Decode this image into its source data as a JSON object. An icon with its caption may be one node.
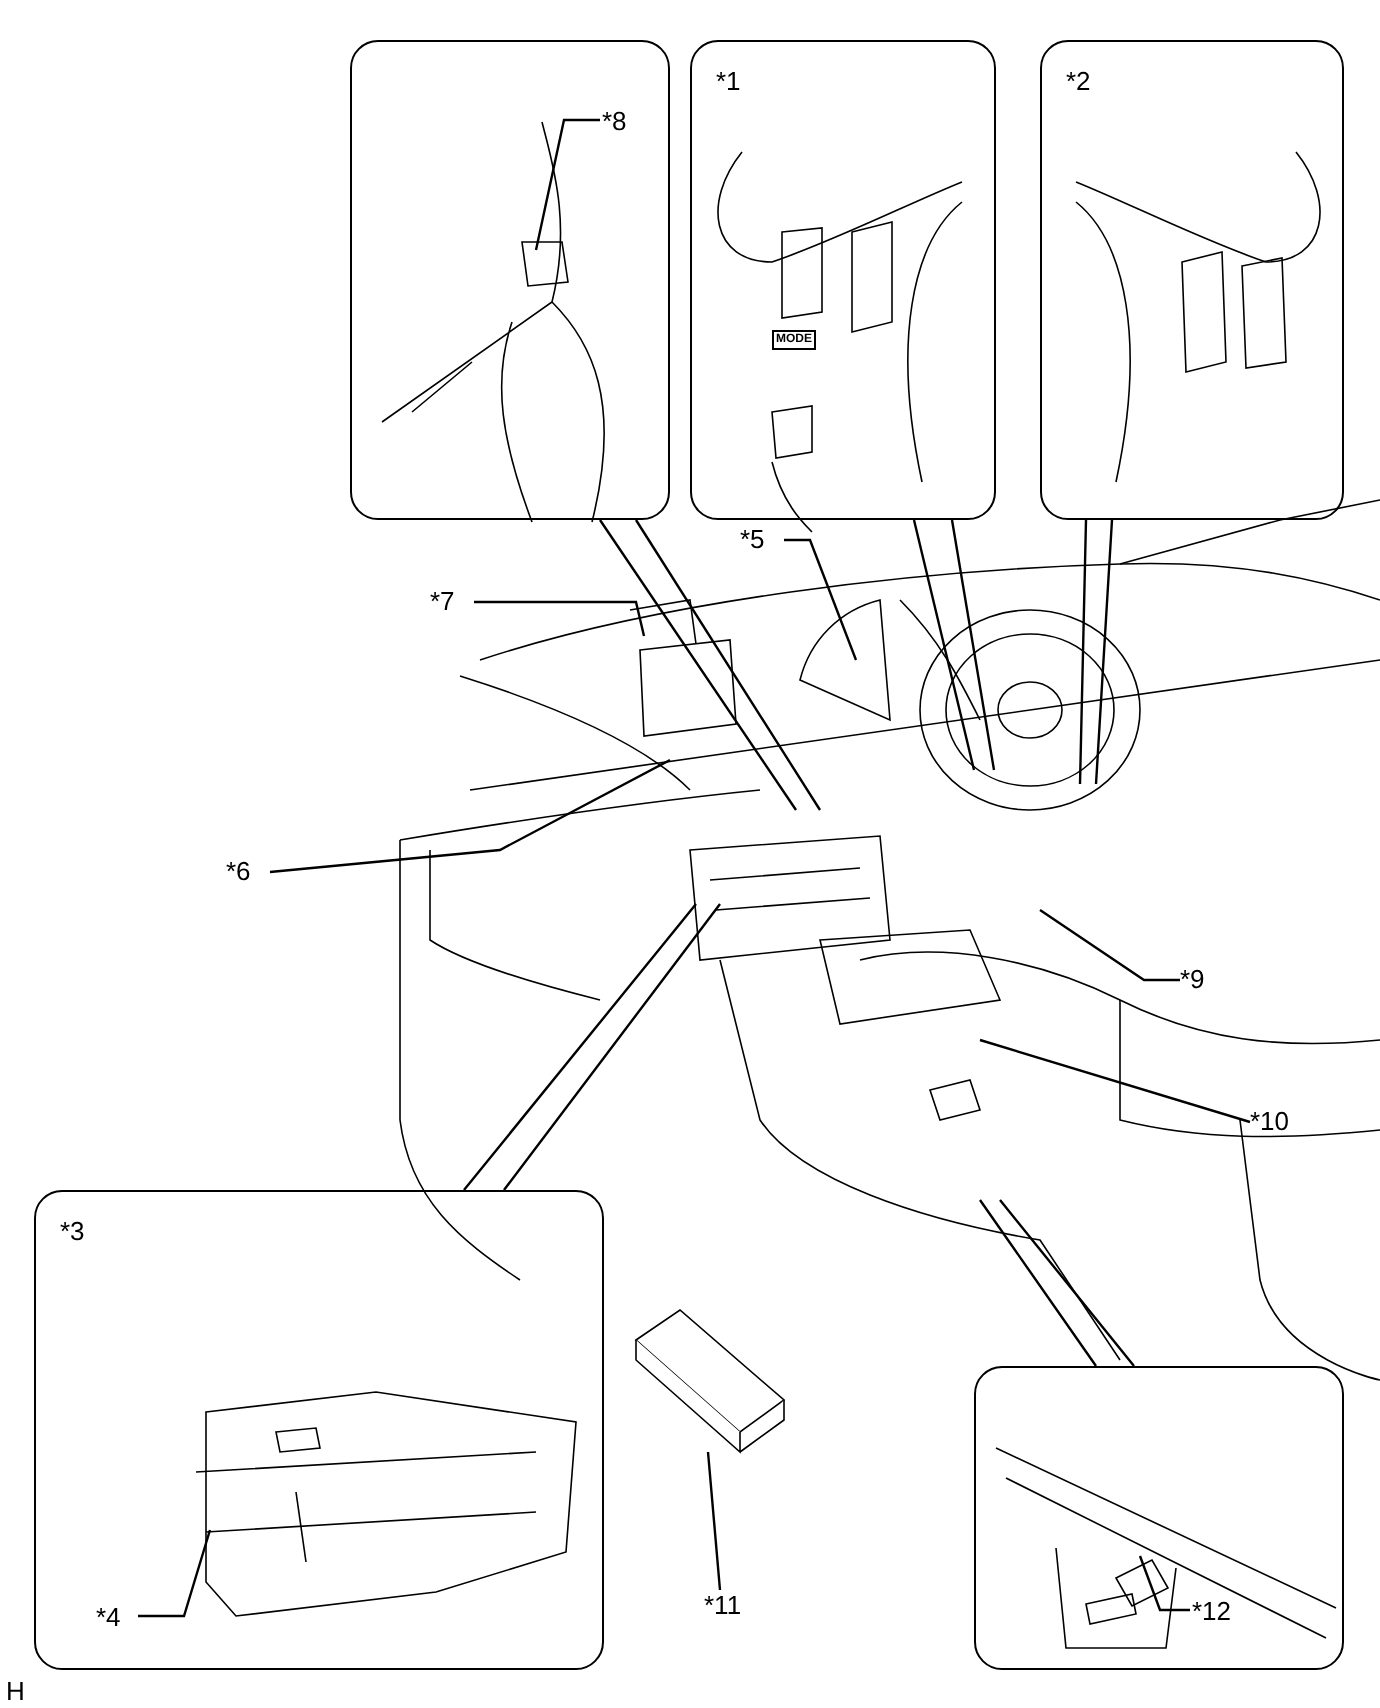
{
  "diagram": {
    "nodes": [
      {
        "text": [],
        "shape": "box"
      },
      {
        "text": [
          "*8"
        ],
        "in": 0
      },
      {
        "text": [
          "*1"
        ]
      },
      {
        "text": [
          "*2"
        ]
      },
      {
        "text": [
          "*7"
        ]
      },
      {
        "text": [
          "*5"
        ]
      },
      {
        "text": [
          "*6"
        ]
      },
      {
        "text": [
          "*9"
        ]
      },
      {
        "text": [
          "*10"
        ]
      },
      {
        "text": [
          "*3"
        ]
      },
      {
        "text": [
          "*4"
        ],
        "in": 9
      },
      {
        "text": [
          "*11"
        ]
      },
      {
        "text": [],
        "shape": "box"
      },
      {
        "text": [
          "*12"
        ],
        "in": 12
      },
      {
        "text": [],
        "shape": "picture"
      }
    ],
    "edges": [
      {
        "from": 1,
        "to": null,
        "arrow": "none"
      },
      {
        "from": 0,
        "to": null,
        "arrow": "none"
      },
      {
        "from": 2,
        "to": null,
        "arrow": "none"
      },
      {
        "from": 3,
        "to": null,
        "arrow": "none"
      },
      {
        "from": 4,
        "to": null,
        "arrow": "none"
      },
      {
        "from": 5,
        "to": null,
        "arrow": "none"
      },
      {
        "from": 6,
        "to": null,
        "arrow": "none"
      },
      {
        "from": 7,
        "to": null,
        "arrow": "none"
      },
      {
        "from": 8,
        "to": null,
        "arrow": "none"
      },
      {
        "from": 9,
        "to": null,
        "arrow": "none"
      },
      {
        "from": 10,
        "to": null,
        "arrow": "none"
      },
      {
        "from": 11,
        "to": 14,
        "arrow": "none"
      },
      {
        "from": 12,
        "to": null,
        "arrow": "none"
      },
      {
        "from": 13,
        "to": null,
        "arrow": "none"
      }
    ],
    "labels": [
      "MODE",
      "H"
    ]
  }
}
